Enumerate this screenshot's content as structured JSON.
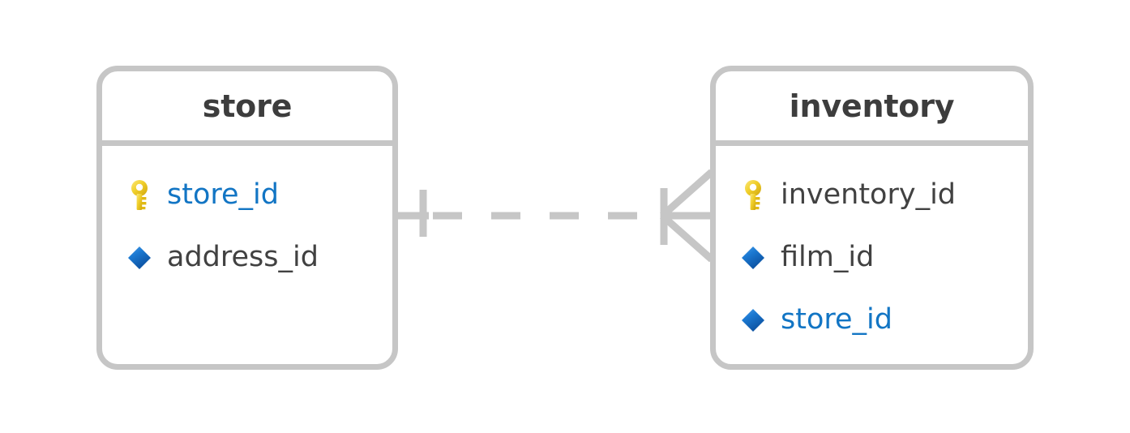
{
  "diagram": {
    "type": "entity-relationship-diagram",
    "notation": "crow-foot",
    "background_color": "#ffffff",
    "line_color": "#c6c6c6",
    "title_color": "#3d3d3d",
    "field_color": "#414141",
    "link_color": "#1275c4",
    "key_icon_color": "#e8c020",
    "fk_icon_color": "#1668c8"
  },
  "entities": [
    {
      "id": "store",
      "title": "store",
      "fields": [
        {
          "name": "store_id",
          "icon": "primary-key-icon",
          "icon_type": "key",
          "highlighted": true
        },
        {
          "name": "address_id",
          "icon": "foreign-key-icon",
          "icon_type": "diamond",
          "highlighted": false
        }
      ]
    },
    {
      "id": "inventory",
      "title": "inventory",
      "fields": [
        {
          "name": "inventory_id",
          "icon": "primary-key-icon",
          "icon_type": "key",
          "highlighted": false
        },
        {
          "name": "film_id",
          "icon": "foreign-key-icon",
          "icon_type": "diamond",
          "highlighted": false
        },
        {
          "name": "store_id",
          "icon": "foreign-key-icon",
          "icon_type": "diamond",
          "highlighted": true
        }
      ]
    }
  ],
  "relationship": {
    "from": "store",
    "to": "inventory",
    "from_cardinality": "one",
    "to_cardinality": "many",
    "line_style": "dashed",
    "identifying": false
  }
}
